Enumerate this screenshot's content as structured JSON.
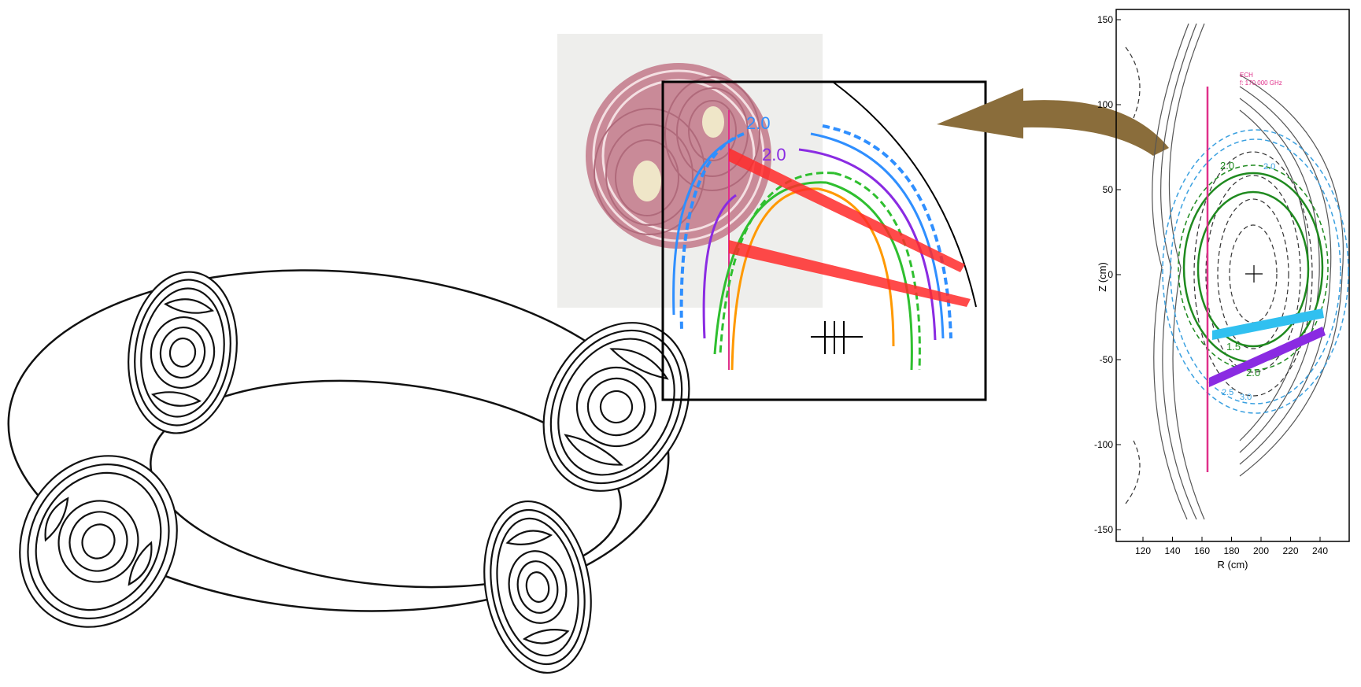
{
  "torus_diagram": {
    "description_hidden": ""
  },
  "zoom_panel": {
    "labels": [
      {
        "text": "2.0",
        "color": "#2f8fff"
      },
      {
        "text": "2.0",
        "color": "#8a2be2"
      }
    ]
  },
  "cross_section_plot": {
    "legend_line1": "ECH",
    "legend_line2": "f: 170.000 GHz",
    "xlabel": "R (cm)",
    "ylabel": "Z (cm)",
    "xticks": [
      "120",
      "140",
      "160",
      "180",
      "200",
      "220",
      "240"
    ],
    "yticks": [
      "150",
      "100",
      "50",
      "0",
      "-50",
      "-100",
      "-150"
    ],
    "contour_labels": [
      {
        "text": "2.0",
        "color": "#1f8a1f"
      },
      {
        "text": "2.0",
        "color": "#1f8a1f"
      },
      {
        "text": "1.5",
        "color": "#1f8a1f"
      },
      {
        "text": "2.0",
        "color": "#3aa0e0"
      },
      {
        "text": "2.5",
        "color": "#3aa0e0"
      },
      {
        "text": "3.0",
        "color": "#3aa0e0"
      }
    ]
  },
  "colors": {
    "arrow": "#8a6d3b",
    "beam": "#ff2a2a",
    "blue": "#2f8fff",
    "purple": "#8a2be2",
    "green": "#2fbf2f",
    "orange": "#ff9900",
    "magenta": "#e0308a",
    "cyan": "#30c0f0"
  }
}
